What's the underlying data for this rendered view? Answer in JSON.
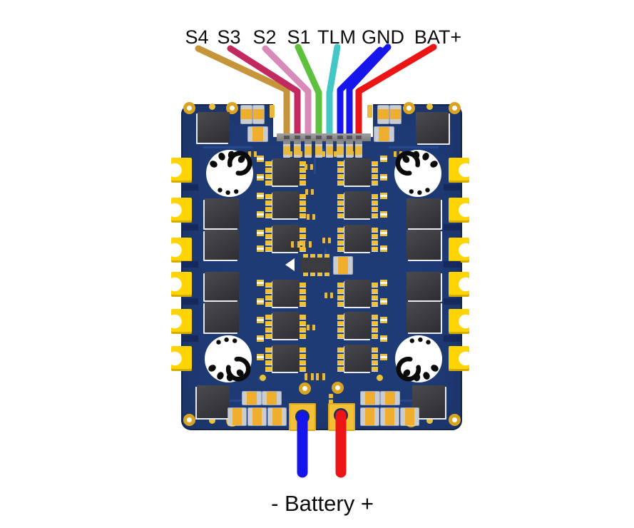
{
  "diagram": {
    "type": "esc-board-pinout-diagram",
    "pinout_labels": [
      {
        "text": "S4",
        "wire_color": "#c6953b"
      },
      {
        "text": "S3",
        "wire_color": "#c22960"
      },
      {
        "text": "S2",
        "wire_color": "#d88ab8"
      },
      {
        "text": "S1",
        "wire_color": "#5ec13e"
      },
      {
        "text": "TLM",
        "wire_color": "#42c6c6"
      },
      {
        "text": "GND",
        "wire_color": "#1515ec"
      },
      {
        "text": "BAT+",
        "wire_color": "#ec1515"
      }
    ],
    "battery_label": "- Battery +",
    "battery_wires": {
      "negative_color": "#1515ec",
      "positive_color": "#ec1515"
    },
    "board": {
      "pcb_color": "#1f3b76",
      "solder_tab_color": "#ffd400",
      "gold_pad_color": "#e9b93b",
      "connector_pin_count": 8,
      "solder_tabs_per_side": 6
    }
  }
}
